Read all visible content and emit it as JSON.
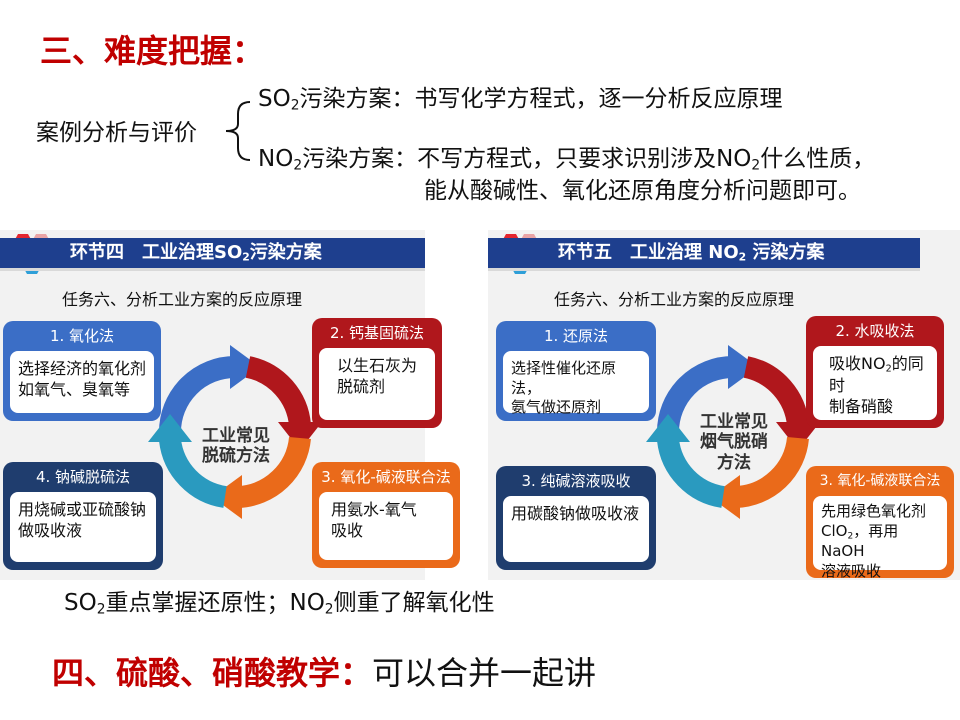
{
  "heading3": "三、难度把握：",
  "case_label": "案例分析与评价",
  "so2_line": {
    "pre": "SO",
    "sub": "2",
    "post": "污染方案：书写化学方程式，逐一分析反应原理"
  },
  "no2_line": {
    "pre": "NO",
    "sub": "2",
    "mid": "污染方案：不写方程式，只要求识别涉及NO",
    "sub2": "2",
    "post": "什么性质，",
    "line2": "能从酸碱性、氧化还原角度分析问题即可。"
  },
  "panel_left": {
    "title_pre": "环节四　工业治理SO",
    "title_sub": "2",
    "title_post": "污染方案",
    "task": "任务六、分析工业方案的反应原理",
    "center": [
      "工业常见",
      "脱硫方法"
    ],
    "cards": [
      {
        "title": "1. 氧化法",
        "body": [
          "选择经济的氧化剂",
          "如氧气、臭氧等"
        ]
      },
      {
        "title": "2. 钙基固硫法",
        "body": [
          "以生石灰为",
          "脱硫剂"
        ]
      },
      {
        "title": "3. 氧化-碱液联合法",
        "body": [
          "用氨水-氧气",
          "吸收"
        ]
      },
      {
        "title": "4. 钠碱脱硫法",
        "body": [
          "用烧碱或亚硫酸钠",
          "做吸收液"
        ]
      }
    ]
  },
  "panel_right": {
    "title_pre": "环节五　工业治理 NO",
    "title_sub": "2",
    "title_post": " 污染方案",
    "task": "任务六、分析工业方案的反应原理",
    "center": [
      "工业常见",
      "烟气脱硝",
      "方法"
    ],
    "cards": [
      {
        "title": "1. 还原法",
        "body": [
          "选择性催化还原法，",
          "氨气做还原剂"
        ]
      },
      {
        "title": "2. 水吸收法",
        "body_pre": "吸收NO",
        "body_sub": "2",
        "body_post": "的同时",
        "body2": "制备硝酸"
      },
      {
        "title": "3. 纯碱溶液吸收",
        "body": [
          "用碳酸钠做吸收液"
        ]
      },
      {
        "title": "3. 氧化-碱液联合法",
        "body1": "先用绿色氧化剂",
        "body2_pre": "ClO",
        "body2_sub": "2",
        "body2_post": "，再用NaOH",
        "body3": "溶液吸收"
      }
    ]
  },
  "summary": {
    "a": "SO",
    "a_sub": "2",
    "b": "重点掌握还原性；NO",
    "b_sub": "2",
    "c": "侧重了解氧化性"
  },
  "heading4": {
    "bold": "四、硫酸、硝酸教学：",
    "normal": "可以合并一起讲"
  },
  "colors": {
    "heading": "#c00000",
    "header_bar": "#1e3f8e",
    "blue": "#3b6ec6",
    "red": "#b0171c",
    "orange": "#ea6a1a",
    "navy": "#1f3d6e"
  }
}
